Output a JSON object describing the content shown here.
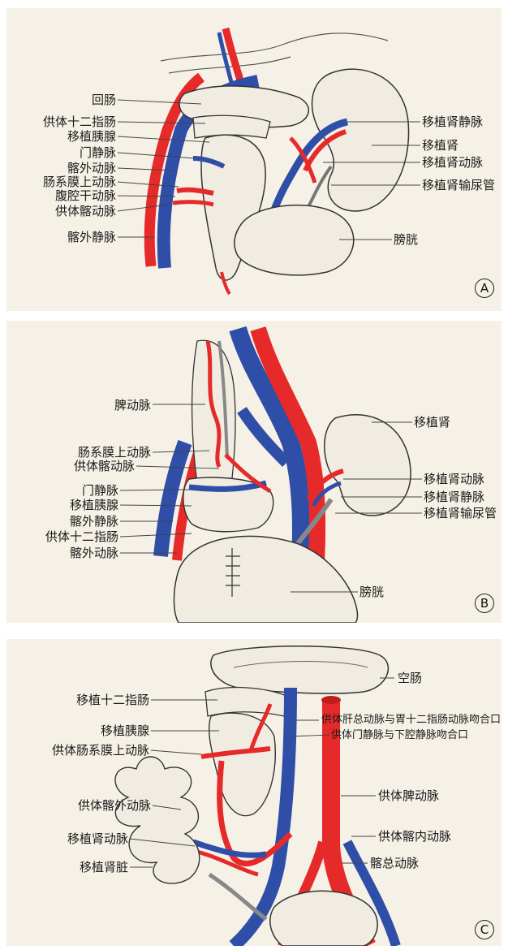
{
  "colors": {
    "artery": "#e62a2a",
    "vein": "#2f4ea8",
    "organ_fill": "#f1ece2",
    "outline": "#333333",
    "background": "#f6f1e7"
  },
  "panel_a": {
    "badge": "A",
    "labels_left": [
      "回肠",
      "供体十二指肠",
      "移植胰腺",
      "门静脉",
      "髂外动脉",
      "肠系膜上动脉",
      "腹腔干动脉",
      "供体髂动脉",
      "髂外静脉"
    ],
    "labels_right": [
      "移植肾静脉",
      "移植肾",
      "移植肾动脉",
      "移植肾输尿管",
      "膀胱"
    ]
  },
  "panel_b": {
    "badge": "B",
    "labels_left": [
      "脾动脉",
      "肠系膜上动脉",
      "供体髂动脉",
      "门静脉",
      "移植胰腺",
      "髂外静脉",
      "供体十二指肠",
      "髂外动脉"
    ],
    "labels_right": [
      "移植肾",
      "移植肾动脉",
      "移植肾静脉",
      "移植肾输尿管",
      "膀胱"
    ]
  },
  "panel_c": {
    "badge": "C",
    "labels_left": [
      "移植十二指肠",
      "移植胰腺",
      "供体肠系膜上动脉",
      "供体髂外动脉",
      "移植肾动脉",
      "移植肾脏"
    ],
    "labels_right": [
      "空肠",
      "供体肝总动脉与胃十二指肠动脉吻合口",
      "供体门静脉与下腔静脉吻合口",
      "供体脾动脉",
      "供体髂内动脉",
      "髂总动脉"
    ]
  }
}
